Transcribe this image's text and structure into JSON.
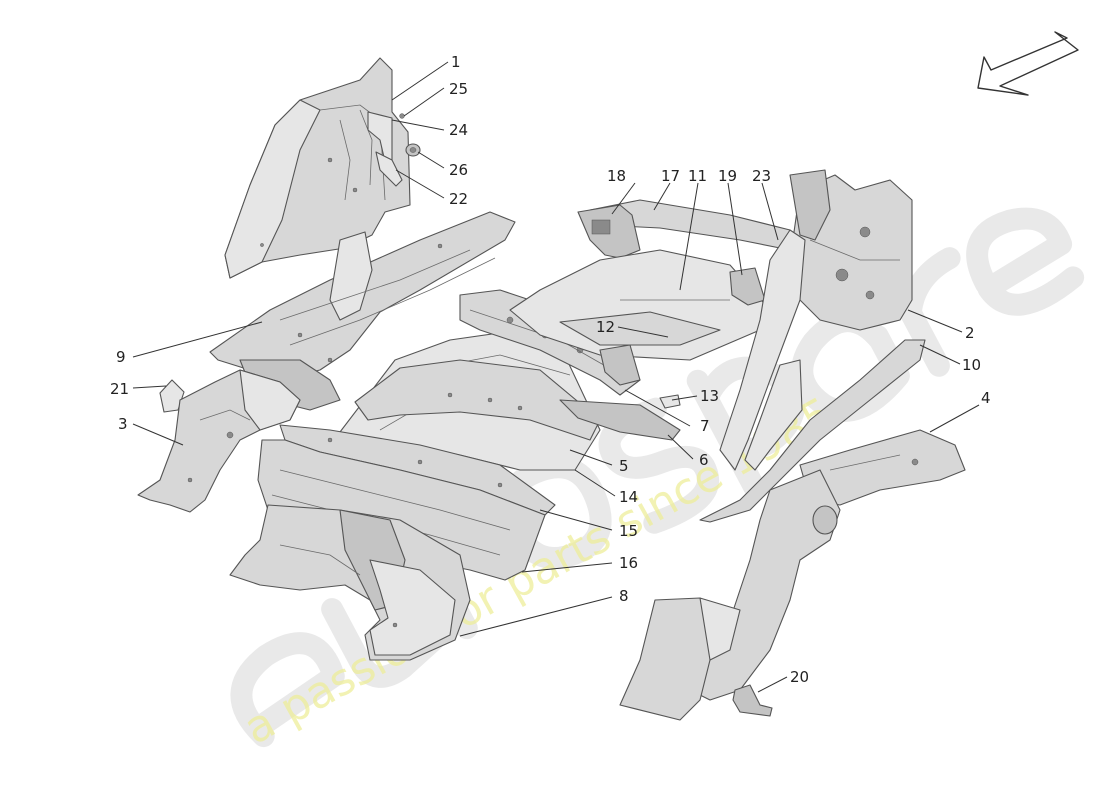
{
  "watermark": {
    "logo_text": "eurospares",
    "tagline": "a passion for parts since 1985"
  },
  "direction_arrow": {
    "icon": "direction-arrow-icon"
  },
  "callouts": [
    {
      "id": "c1",
      "number": "1"
    },
    {
      "id": "c25",
      "number": "25"
    },
    {
      "id": "c24",
      "number": "24"
    },
    {
      "id": "c26",
      "number": "26"
    },
    {
      "id": "c22",
      "number": "22"
    },
    {
      "id": "c18",
      "number": "18"
    },
    {
      "id": "c17",
      "number": "17"
    },
    {
      "id": "c11",
      "number": "11"
    },
    {
      "id": "c19",
      "number": "19"
    },
    {
      "id": "c23",
      "number": "23"
    },
    {
      "id": "c2",
      "number": "2"
    },
    {
      "id": "c10",
      "number": "10"
    },
    {
      "id": "c12",
      "number": "12"
    },
    {
      "id": "c9",
      "number": "9"
    },
    {
      "id": "c21",
      "number": "21"
    },
    {
      "id": "c3",
      "number": "3"
    },
    {
      "id": "c13",
      "number": "13"
    },
    {
      "id": "c7",
      "number": "7"
    },
    {
      "id": "c4",
      "number": "4"
    },
    {
      "id": "c6",
      "number": "6"
    },
    {
      "id": "c5",
      "number": "5"
    },
    {
      "id": "c14",
      "number": "14"
    },
    {
      "id": "c15",
      "number": "15"
    },
    {
      "id": "c16",
      "number": "16"
    },
    {
      "id": "c8",
      "number": "8"
    },
    {
      "id": "c20",
      "number": "20"
    }
  ]
}
